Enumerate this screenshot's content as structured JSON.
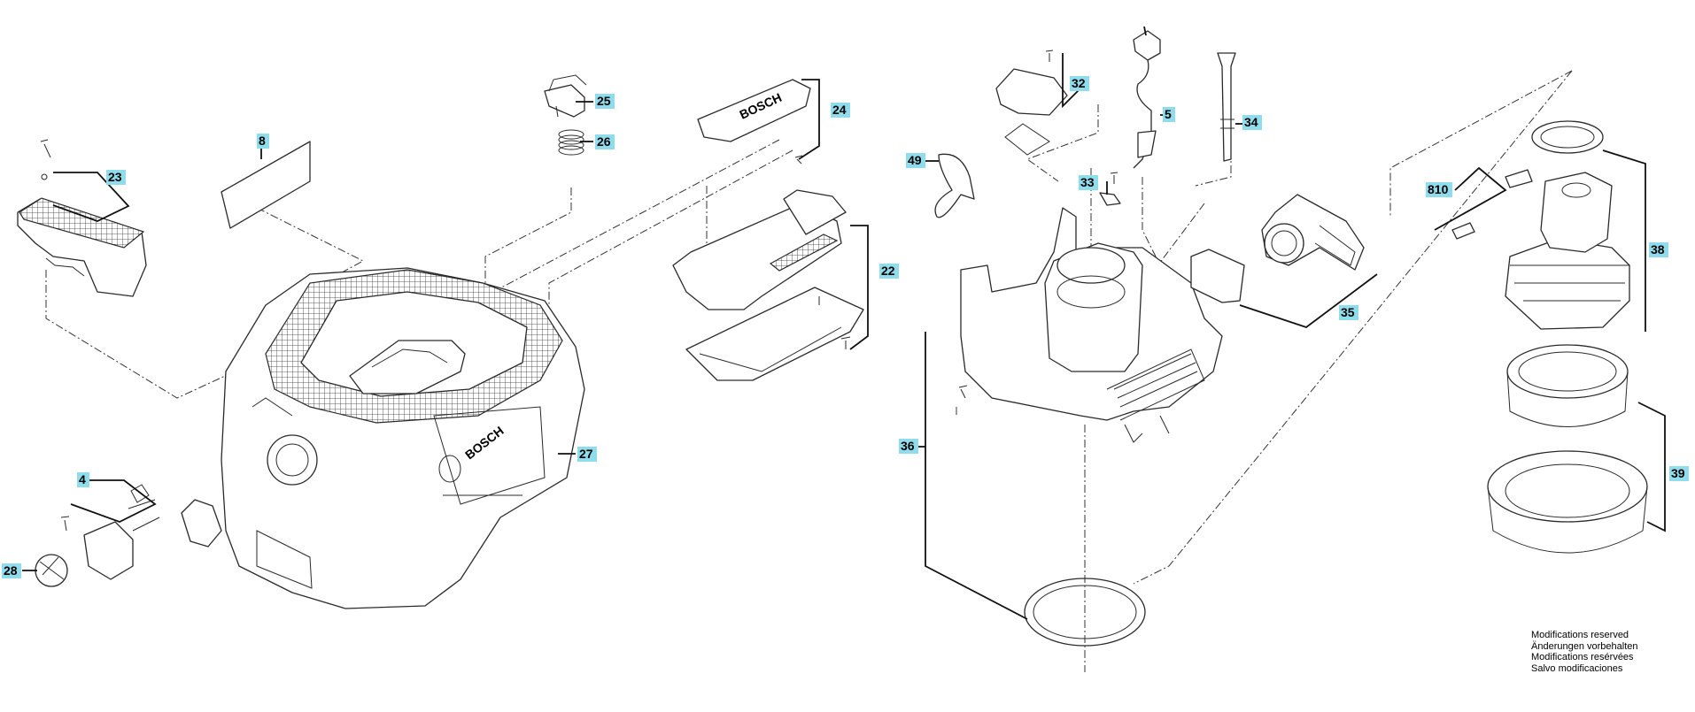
{
  "labels": {
    "p4": "4",
    "p5": "5",
    "p8": "8",
    "p22": "22",
    "p23": "23",
    "p24": "24",
    "p25": "25",
    "p26": "26",
    "p27": "27",
    "p28": "28",
    "p32": "32",
    "p33": "33",
    "p34": "34",
    "p35": "35",
    "p36": "36",
    "p38": "38",
    "p39": "39",
    "p49": "49",
    "p810": "810"
  },
  "logo_text": "BOSCH",
  "notice": {
    "line1": "Modifications reserved",
    "line2": "Änderungen vorbehalten",
    "line3": "Modifications resérvées",
    "line4": "Salvo modificaciones"
  }
}
